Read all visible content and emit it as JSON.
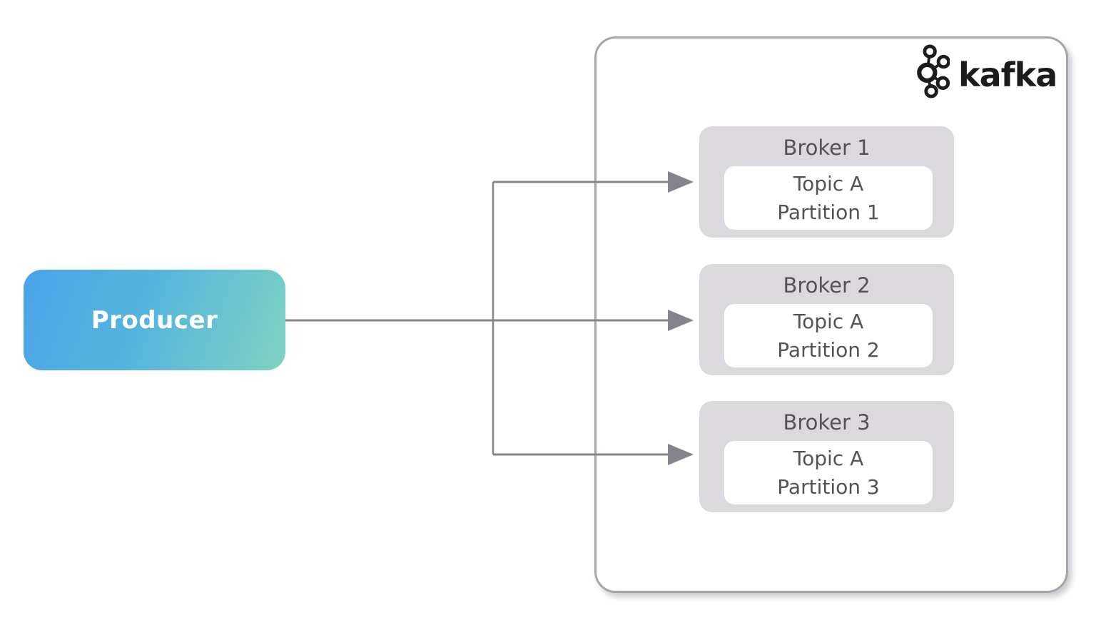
{
  "diagram": {
    "producer": {
      "label": "Producer"
    },
    "kafka": {
      "wordmark": "kafka"
    },
    "brokers": [
      {
        "title": "Broker 1",
        "topic": "Topic A",
        "partition": "Partition 1"
      },
      {
        "title": "Broker 2",
        "topic": "Topic A",
        "partition": "Partition 2"
      },
      {
        "title": "Broker 3",
        "topic": "Topic A",
        "partition": "Partition 3"
      }
    ],
    "colors": {
      "producer_gradient_start": "#4aa4e8",
      "producer_gradient_end": "#7fd2c2",
      "producer_text": "#ffffff",
      "broker_background": "#dcd9de",
      "broker_text": "#545159",
      "partition_background": "#ffffff",
      "cluster_border": "#a7a4ab",
      "arrow": "#86838a",
      "logo": "#1c1b20"
    }
  }
}
